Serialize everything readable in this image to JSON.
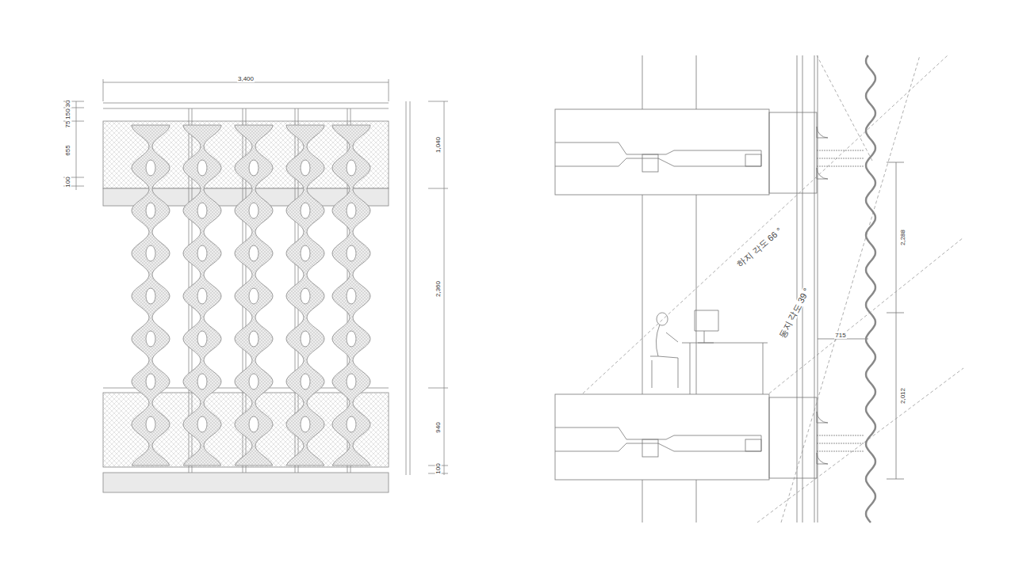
{
  "diagram": {
    "labels": [
      "3,400",
      "30",
      "150",
      "75",
      "655",
      "100",
      "1,040",
      "2,360",
      "940",
      "100",
      "하지 각도 66 °",
      "동지 각도 39 °",
      "2,288",
      "715",
      "2,012"
    ]
  }
}
